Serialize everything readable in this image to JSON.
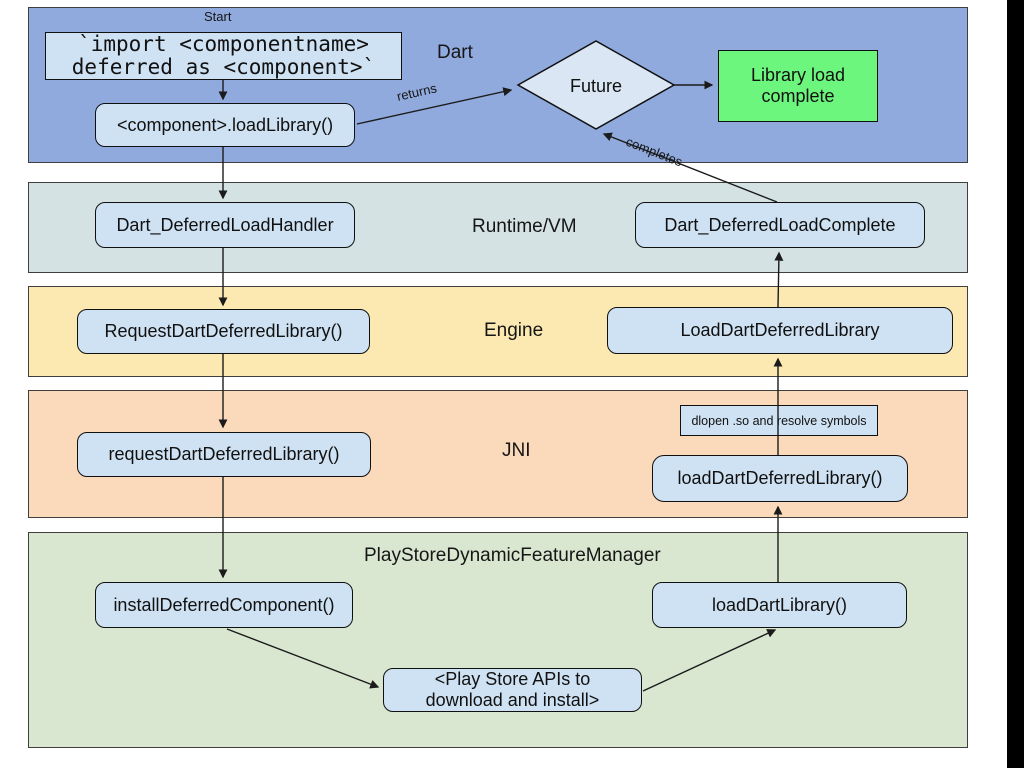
{
  "bands": {
    "dart": {
      "label": "Dart",
      "color": "#90aadd"
    },
    "runtime_vm": {
      "label": "Runtime/VM",
      "color": "#d5e2e4"
    },
    "engine": {
      "label": "Engine",
      "color": "#fce9b2"
    },
    "jni": {
      "label": "JNI",
      "color": "#fbd9bb"
    },
    "play_store": {
      "label": "PlayStoreDynamicFeatureManager",
      "color": "#d9e7d0"
    }
  },
  "nodes": {
    "start_label": "Start",
    "import_line1": "`import <componentname>",
    "import_line2": "deferred as <component>`",
    "load_library": "<component>.loadLibrary()",
    "future": "Future",
    "library_load_complete": "Library load complete",
    "dart_deferred_load_handler": "Dart_DeferredLoadHandler",
    "dart_deferred_load_complete": "Dart_DeferredLoadComplete",
    "request_dart_deferred_library": "RequestDartDeferredLibrary()",
    "load_dart_deferred_library": "LoadDartDeferredLibrary",
    "request_dart_deferred_library_jni": "requestDartDeferredLibrary()",
    "dlopen_note": "dlopen .so and resolve symbols",
    "load_dart_deferred_library_jni": "loadDartDeferredLibrary()",
    "install_deferred_component": "installDeferredComponent()",
    "load_dart_library": "loadDartLibrary()",
    "play_store_apis_line1": "<Play Store APIs to",
    "play_store_apis_line2": "download and install>"
  },
  "edges": {
    "returns_label": "returns",
    "completes_label": "completes"
  },
  "colors": {
    "node_fill": "#cfe2f3",
    "diamond_fill": "#dae6f3",
    "success_fill": "#6cf67d",
    "line": "#1b1b1b"
  }
}
